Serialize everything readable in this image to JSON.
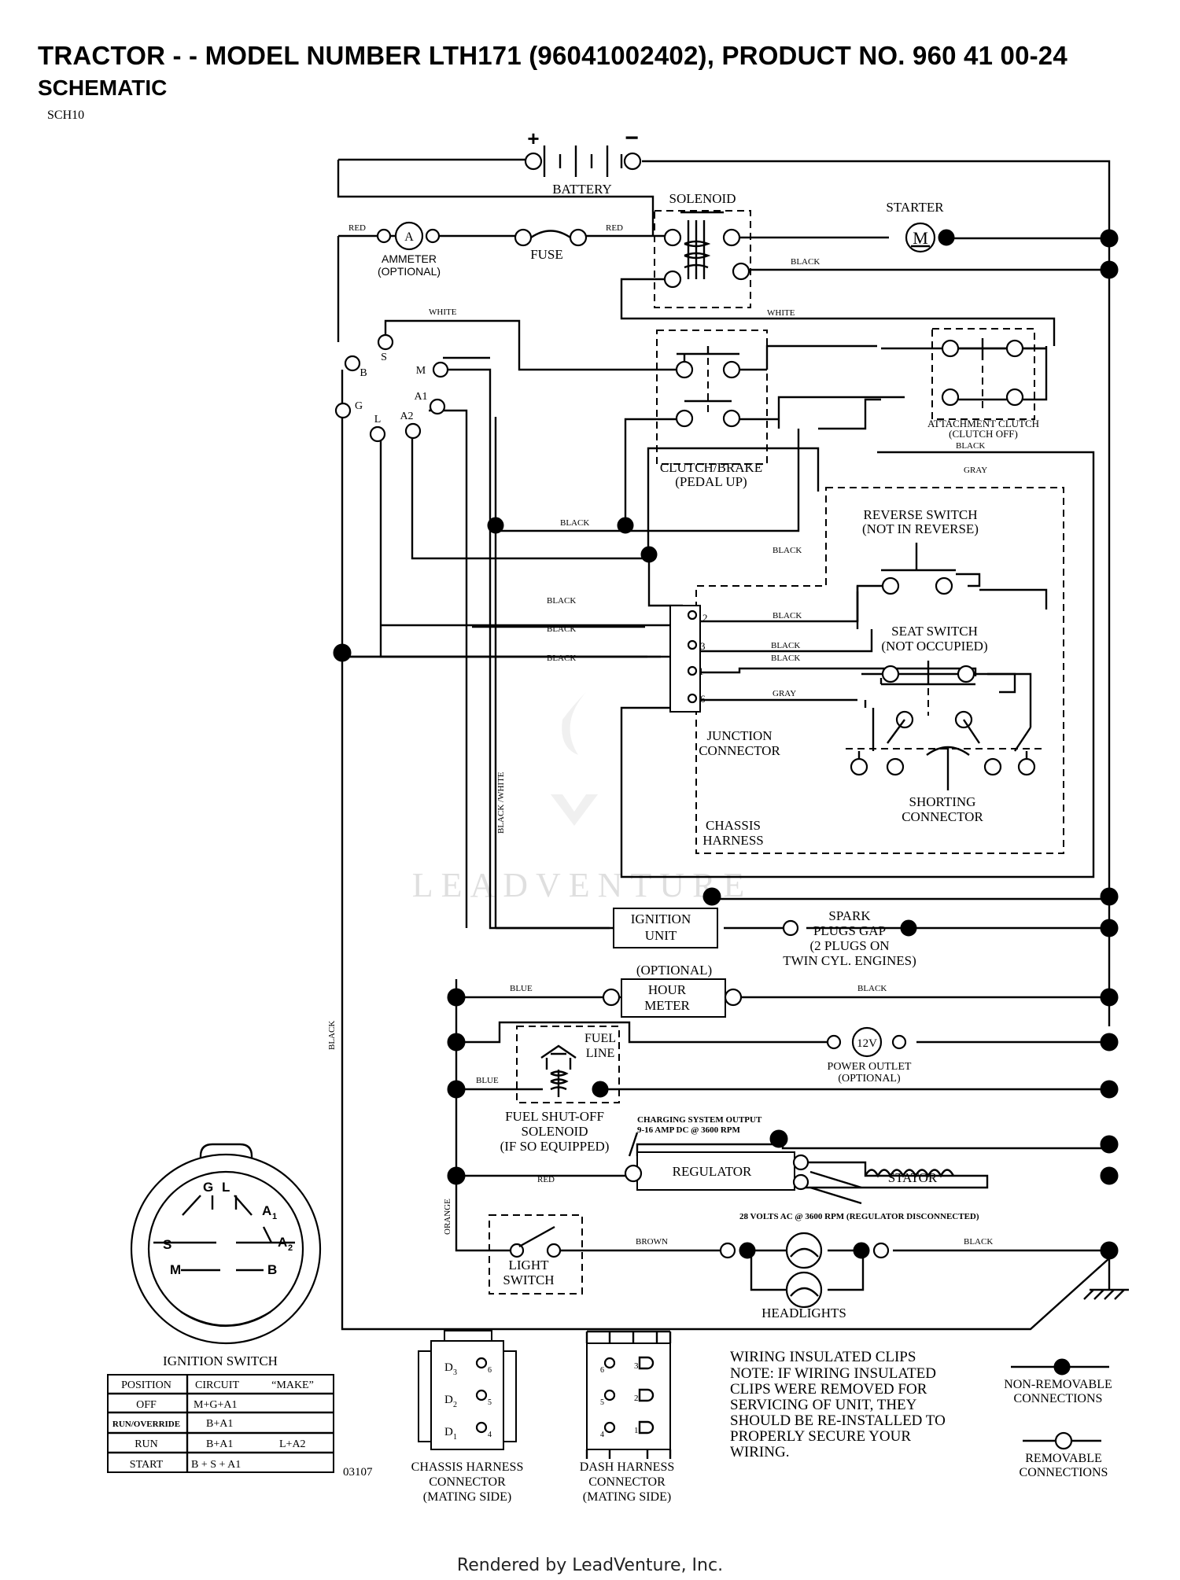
{
  "header": {
    "title": "TRACTOR - - MODEL NUMBER LTH171 (96041002402), PRODUCT NO. 960 41 00-24",
    "subtitle": "SCHEMATIC",
    "code": "SCH10"
  },
  "components": {
    "battery": "BATTERY",
    "solenoid": "SOLENOID",
    "starter": "STARTER",
    "starter_symbol": "M",
    "ammeter_symbol": "A",
    "ammeter_1": "AMMETER",
    "ammeter_2": "(OPTIONAL)",
    "fuse": "FUSE",
    "clutch_brake_1": "CLUTCH/BRAKE",
    "clutch_brake_2": "(PEDAL UP)",
    "attachment_1": "ATTACHMENT CLUTCH",
    "attachment_2": "(CLUTCH OFF)",
    "reverse_1": "REVERSE SWITCH",
    "reverse_2": "(NOT IN REVERSE)",
    "seat_1": "SEAT SWITCH",
    "seat_2": "(NOT OCCUPIED)",
    "junction_1": "JUNCTION",
    "junction_2": "CONNECTOR",
    "shorting_1": "SHORTING",
    "shorting_2": "CONNECTOR",
    "chassis_1": "CHASSIS",
    "chassis_2": "HARNESS",
    "ignition_unit_1": "IGNITION",
    "ignition_unit_2": "UNIT",
    "spark_1": "SPARK",
    "spark_2": "PLUGS GAP",
    "spark_3": "(2 PLUGS ON",
    "spark_4": "TWIN CYL. ENGINES)",
    "hour_opt": "(OPTIONAL)",
    "hour_1": "HOUR",
    "hour_2": "METER",
    "fuel_line_1": "FUEL",
    "fuel_line_2": "LINE",
    "outlet_symbol": "12V",
    "outlet_1": "POWER OUTLET",
    "outlet_2": "(OPTIONAL)",
    "fuel_sol_1": "FUEL SHUT-OFF",
    "fuel_sol_2": "SOLENOID",
    "fuel_sol_3": "(IF SO EQUIPPED)",
    "charging_1": "CHARGING SYSTEM OUTPUT",
    "charging_2": "9-16 AMP DC @ 3600 RPM",
    "regulator": "REGULATOR",
    "stator": "STATOR",
    "volts_note": "28 VOLTS AC @ 3600 RPM (REGULATOR DISCONNECTED)",
    "light_1": "LIGHT",
    "light_2": "SWITCH",
    "headlights": "HEADLIGHTS",
    "ign_switch_title": "IGNITION SWITCH",
    "chassis_conn_1": "CHASSIS HARNESS",
    "chassis_conn_2": "CONNECTOR",
    "chassis_conn_3": "(MATING SIDE)",
    "dash_conn_1": "DASH HARNESS",
    "dash_conn_2": "CONNECTOR",
    "dash_conn_3": "(MATING SIDE)",
    "part_code": "03107"
  },
  "terminals": {
    "b": "B",
    "s": "S",
    "m": "M",
    "a1": "A1",
    "g": "G",
    "l": "L",
    "a2": "A2",
    "j2": "2",
    "j3": "3",
    "j1": "1",
    "j6": "6"
  },
  "switch_face": {
    "g": "G",
    "l": "L",
    "a1": "A",
    "a1_sub": "1",
    "s": "S",
    "a2": "A",
    "a2_sub": "2",
    "m": "M",
    "b": "B"
  },
  "chassis_pins": {
    "d3": "D",
    "d3_sub": "3",
    "d2": "D",
    "d2_sub": "2",
    "d1": "D",
    "d1_sub": "1",
    "p6": "6",
    "p5": "5",
    "p4": "4"
  },
  "dash_pins": {
    "p6": "6",
    "p5": "5",
    "p4": "4",
    "d3": "3",
    "d2": "2",
    "d1": "1"
  },
  "wire_labels": {
    "red_1": "RED",
    "red_2": "RED",
    "black_sol": "BLACK",
    "white_1": "WHITE",
    "white_2": "WHITE",
    "black_ac": "BLACK",
    "gray_1": "GRAY",
    "black_cb": "BLACK",
    "black_rs": "BLACK",
    "black_j1": "BLACK",
    "black_j2": "BLACK",
    "black_j3": "BLACK",
    "black_r2": "BLACK",
    "black_r3": "BLACK",
    "black_r1": "BLACK",
    "gray_6": "GRAY",
    "black_white": "BLACK /WHITE",
    "black_left": "BLACK",
    "blue_1": "BLUE",
    "black_hm": "BLACK",
    "blue_2": "BLUE",
    "red_reg": "RED",
    "orange": "ORANGE",
    "brown": "BROWN",
    "black_hl": "BLACK"
  },
  "ignition_table": {
    "headers": [
      "POSITION",
      "CIRCUIT",
      "“MAKE”"
    ],
    "rows": [
      {
        "position": "OFF",
        "circuit": "M+G+A1",
        "make": ""
      },
      {
        "position": "RUN/OVERRIDE",
        "circuit": "B+A1",
        "make": ""
      },
      {
        "position": "RUN",
        "circuit": "B+A1",
        "make": "L+A2"
      },
      {
        "position": "START",
        "circuit": "B + S + A1",
        "make": ""
      }
    ]
  },
  "notes": {
    "clips_title": "WIRING INSULATED CLIPS",
    "clips_1": "NOTE:  IF WIRING INSULATED",
    "clips_2": "CLIPS WERE REMOVED FOR",
    "clips_3": "SERVICING OF UNIT, THEY",
    "clips_4": "SHOULD BE RE-INSTALLED TO",
    "clips_5": "PROPERLY SECURE YOUR",
    "clips_6": " WIRING."
  },
  "legend": {
    "non_removable_1": "NON-REMOVABLE",
    "non_removable_2": "CONNECTIONS",
    "removable_1": "REMOVABLE",
    "removable_2": "CONNECTIONS"
  },
  "watermark": "LEADVENTURE",
  "footer": "Rendered by LeadVenture, Inc."
}
